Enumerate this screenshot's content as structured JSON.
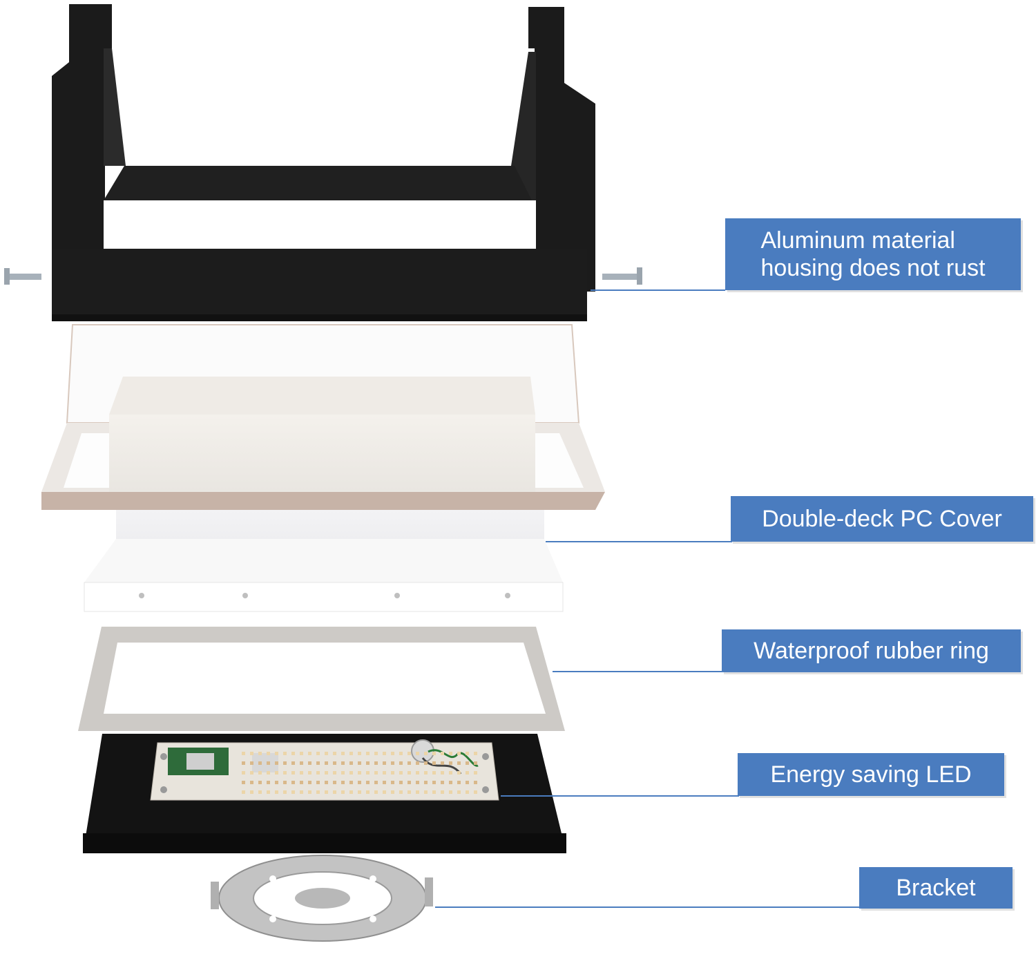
{
  "colors": {
    "label_bg": "#4a7cbf",
    "label_text": "#ffffff",
    "housing": "#1d1d1d",
    "diffuser": "#f2f0ed",
    "pc_cover_edge": "#c9b7ac",
    "base_plate": "#ffffff",
    "rubber_ring": "#cbc8c4",
    "led_base": "#121212",
    "pcb": "#e7e3dc",
    "bracket": "#bdbdbd"
  },
  "callouts": [
    {
      "id": "housing",
      "lines": [
        "Aluminum material",
        "housing does not rust"
      ]
    },
    {
      "id": "pc-cover",
      "lines": [
        "Double-deck PC Cover"
      ]
    },
    {
      "id": "rubber-ring",
      "lines": [
        "Waterproof rubber ring"
      ]
    },
    {
      "id": "led",
      "lines": [
        "Energy saving LED"
      ]
    },
    {
      "id": "bracket",
      "lines": [
        "Bracket"
      ]
    }
  ]
}
